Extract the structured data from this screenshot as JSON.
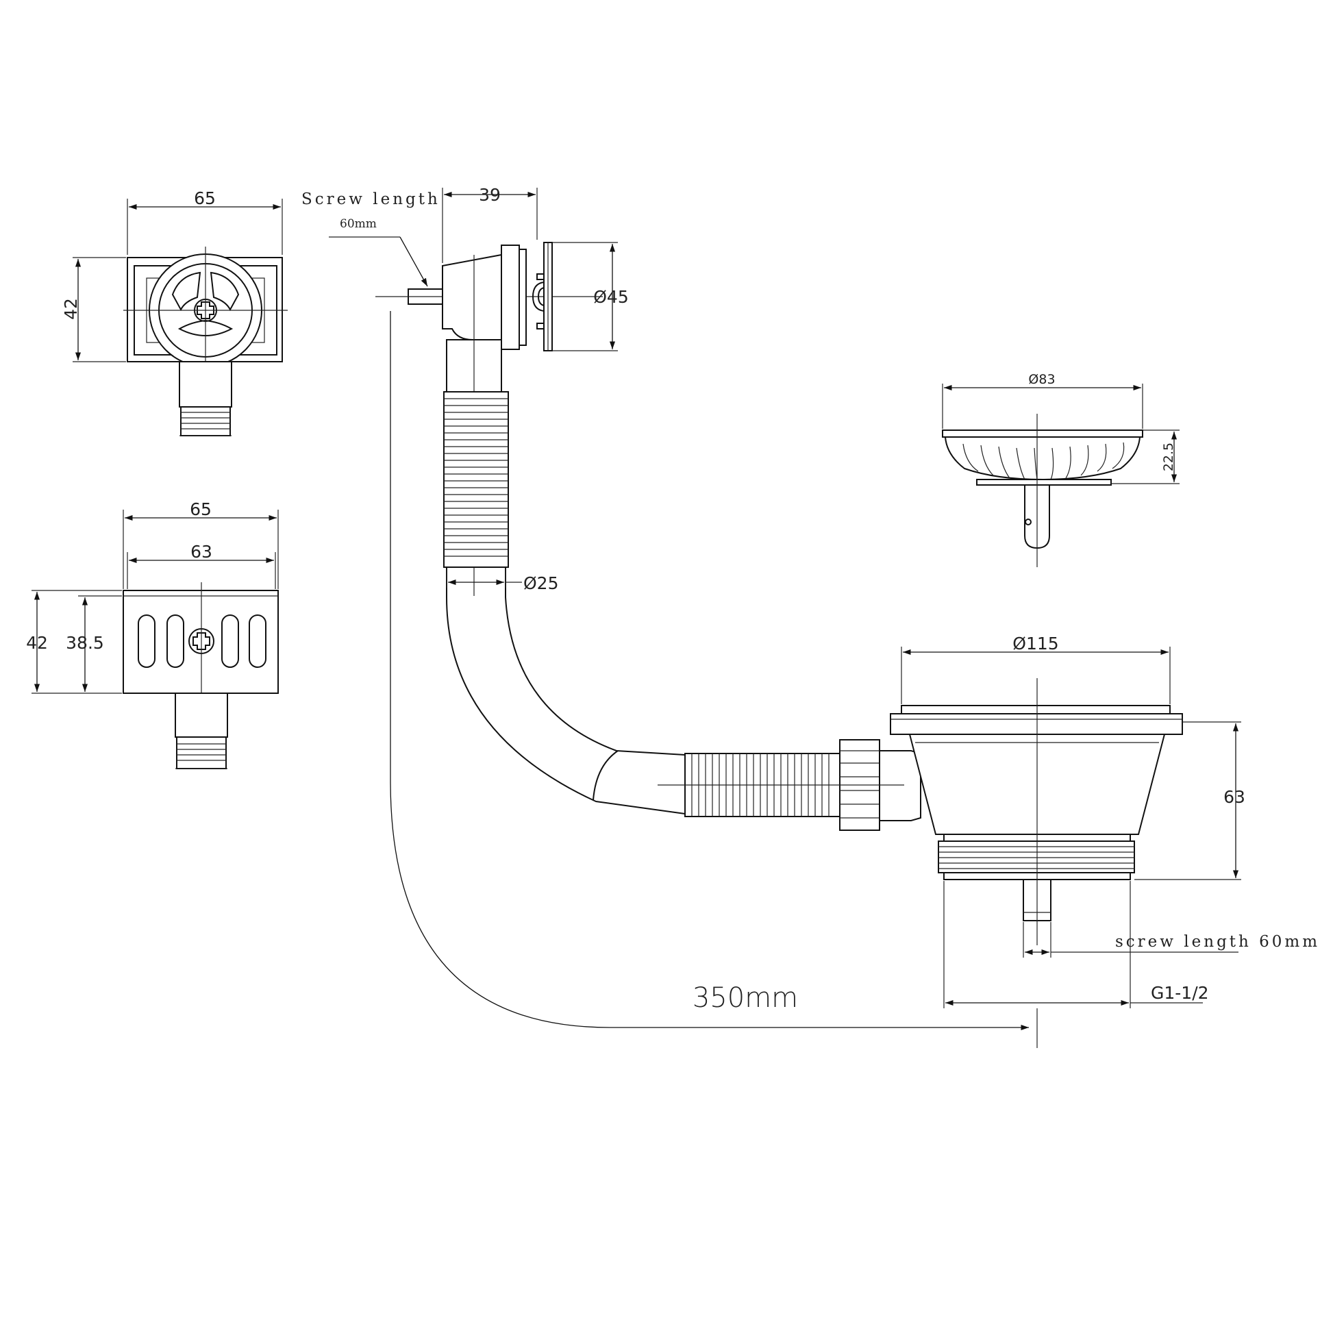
{
  "dimensions": {
    "top_view_width": "65",
    "top_view_height": "42",
    "front_view_width_outer": "65",
    "front_view_width_inner": "63",
    "front_view_height_outer": "42",
    "front_view_height_inner": "38.5",
    "overflow_depth": "39",
    "overflow_diameter": "Ø45",
    "hose_diameter": "Ø25",
    "basket_diameter": "Ø83",
    "basket_height": "22.5",
    "waste_diameter": "Ø115",
    "waste_height": "63",
    "thread_size": "G1-1/2",
    "hose_length": "350mm"
  },
  "notes": {
    "screw_length_title": "Screw length",
    "screw_length_value": "60mm",
    "screw_length_bottom": "screw length 60mm"
  },
  "colors": {
    "line": "#111111",
    "background": "#ffffff"
  }
}
